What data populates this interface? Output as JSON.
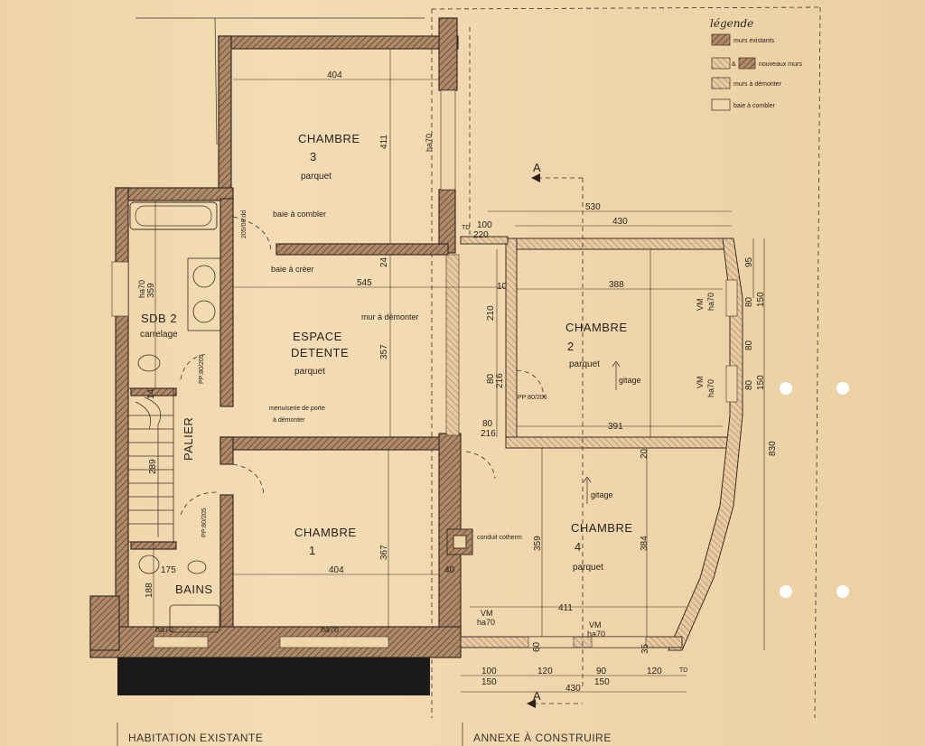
{
  "rooms": {
    "chambre3": {
      "name": "CHAMBRE",
      "num": "3",
      "floor": "parquet"
    },
    "sdb2": {
      "name": "SDB 2",
      "floor": "carrelage"
    },
    "espace": {
      "line1": "ESPACE",
      "line2": "DETENTE",
      "floor": "parquet"
    },
    "palier": {
      "name": "PALIER"
    },
    "chambre1": {
      "name": "CHAMBRE",
      "num": "1"
    },
    "bains": {
      "name": "BAINS"
    },
    "chambre2": {
      "name": "CHAMBRE",
      "num": "2",
      "floor": "parquet"
    },
    "chambre4": {
      "name": "CHAMBRE",
      "num": "4",
      "floor": "parquet"
    }
  },
  "labels": {
    "gitage": "gitage",
    "baie_combler": "baie à combler",
    "baie_creer": "baie à créer",
    "mur_demonter": "mur à démonter",
    "menuiserie1": "menuiserie de porte",
    "menuiserie2": "à démonter",
    "conduit": "conduit cotherm",
    "ha70": "ha70",
    "vm": "VM",
    "td": "TD",
    "section": "A",
    "pp80": "PP:80/205",
    "pp80b": "PP:80/206",
    "pf80": "205/08:dd"
  },
  "dims": [
    "404",
    "411",
    "545",
    "357",
    "24",
    "359",
    "388",
    "530",
    "430",
    "100",
    "220",
    "10",
    "210",
    "216",
    "80",
    "391",
    "20",
    "367",
    "384",
    "359",
    "411",
    "404",
    "40",
    "175",
    "188",
    "14",
    "289",
    "60",
    "35",
    "120",
    "90",
    "150",
    "95",
    "830"
  ],
  "legend": {
    "title": "légende",
    "items": [
      "murs existants",
      "nouveaux murs",
      "murs à démonter",
      "baie à combler"
    ],
    "amp": "&"
  },
  "footer": {
    "left": "HABITATION EXISTANTE",
    "right": "ANNEXE À CONSTRUIRE"
  },
  "colors": {
    "paper": "#f1d8ae",
    "ink": "#2a2218",
    "wall": "#8b7056",
    "black_band": "#1c1a19"
  }
}
